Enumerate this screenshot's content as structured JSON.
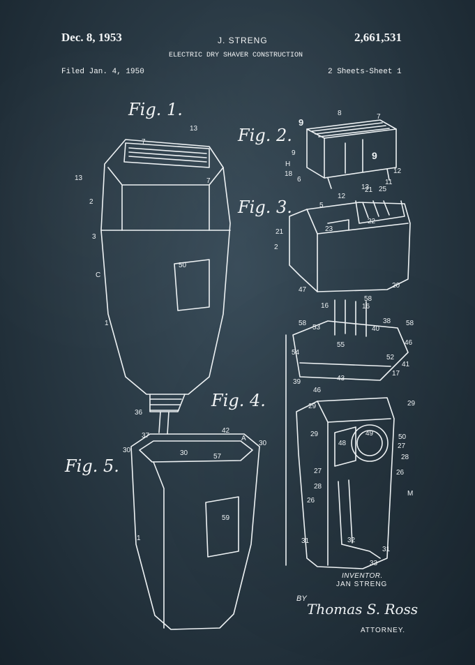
{
  "header": {
    "date": "Dec. 8, 1953",
    "inventor": "J. STRENG",
    "patent_number": "2,661,531",
    "title": "ELECTRIC DRY SHAVER CONSTRUCTION",
    "filed": "Filed Jan. 4, 1950",
    "sheets": "2 Sheets-Sheet 1"
  },
  "figures": {
    "fig1": "Fig. 1.",
    "fig2": "Fig. 2.",
    "fig3": "Fig. 3.",
    "fig4": "Fig. 4.",
    "fig5": "Fig. 5."
  },
  "labels": {
    "l1": "13",
    "l2": "7",
    "l3": "7",
    "l4": "13",
    "l5": "2",
    "l6": "3",
    "l7": "C",
    "l8": "50",
    "l9": "1",
    "l10": "36",
    "l11": "37",
    "l12": "9",
    "l13": "8",
    "l14": "7",
    "l15": "9",
    "l16": "H",
    "l17": "18",
    "l18": "6",
    "l19": "9",
    "l20": "12",
    "l21": "11",
    "l22": "13",
    "l23": "12",
    "l24": "21",
    "l25": "25",
    "l26": "5",
    "l27": "23",
    "l28": "22",
    "l29": "21",
    "l30": "2",
    "l31": "20",
    "l32": "47",
    "l33": "58",
    "l34": "16",
    "l35": "16",
    "l36": "58",
    "l37": "53",
    "l38": "38",
    "l39": "40",
    "l40": "58",
    "l41": "46",
    "l42": "55",
    "l43": "54",
    "l44": "52",
    "l45": "41",
    "l46": "17",
    "l47": "43",
    "l48": "39",
    "l49": "46",
    "l50": "29",
    "l51": "29",
    "l52": "29",
    "l53": "48",
    "l54": "49",
    "l55": "50",
    "l56": "27",
    "l57": "28",
    "l58": "27",
    "l59": "26",
    "l60": "28",
    "l61": "M",
    "l62": "26",
    "l63": "31",
    "l64": "32",
    "l65": "31",
    "l66": "33",
    "l67": "42",
    "l68": "A",
    "l69": "30",
    "l70": "30",
    "l71": "57",
    "l72": "30",
    "l73": "59",
    "l74": "1"
  },
  "footer": {
    "inventor_label": "INVENTOR.",
    "inventor_name": "JAN STRENG",
    "by": "BY",
    "signature": "Thomas S. Ross",
    "attorney": "ATTORNEY."
  }
}
